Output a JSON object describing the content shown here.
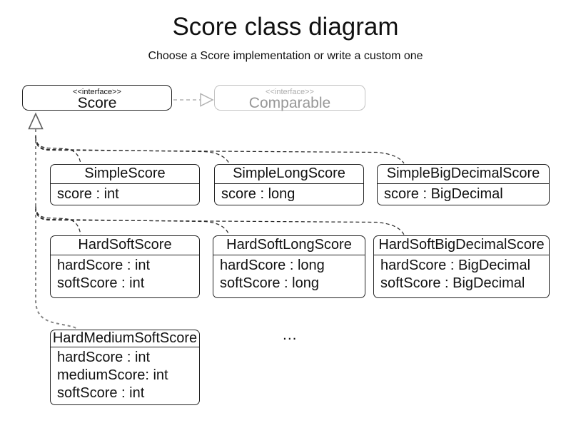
{
  "title": "Score class diagram",
  "subtitle": "Choose a Score implementation or write a custom one",
  "interfaces": {
    "score": {
      "stereotype": "<<interface>>",
      "name": "Score"
    },
    "comparable": {
      "stereotype": "<<interface>>",
      "name": "Comparable"
    }
  },
  "classes": [
    {
      "name": "SimpleScore",
      "attributes": [
        "score : int"
      ]
    },
    {
      "name": "SimpleLongScore",
      "attributes": [
        "score : long"
      ]
    },
    {
      "name": "SimpleBigDecimalScore",
      "attributes": [
        "score : BigDecimal"
      ]
    },
    {
      "name": "HardSoftScore",
      "attributes": [
        "hardScore : int",
        "softScore : int"
      ]
    },
    {
      "name": "HardSoftLongScore",
      "attributes": [
        "hardScore : long",
        "softScore : long"
      ]
    },
    {
      "name": "HardSoftBigDecimalScore",
      "attributes": [
        "hardScore : BigDecimal",
        "softScore : BigDecimal"
      ]
    },
    {
      "name": "HardMediumSoftScore",
      "attributes": [
        "hardScore : int",
        "mediumScore: int",
        "softScore : int"
      ]
    }
  ],
  "ellipsis": "...",
  "colors": {
    "bg": "#ffffff",
    "text": "#111111",
    "class_border": "#222222",
    "connector": "#2b2b2b",
    "trunk": "#858585",
    "tri_stroke": "#5f5f5f",
    "muted_border": "#c2c2c2",
    "muted_line": "#b3b3b3",
    "muted_text": "#979797",
    "muted_stereo": "#ababab"
  }
}
